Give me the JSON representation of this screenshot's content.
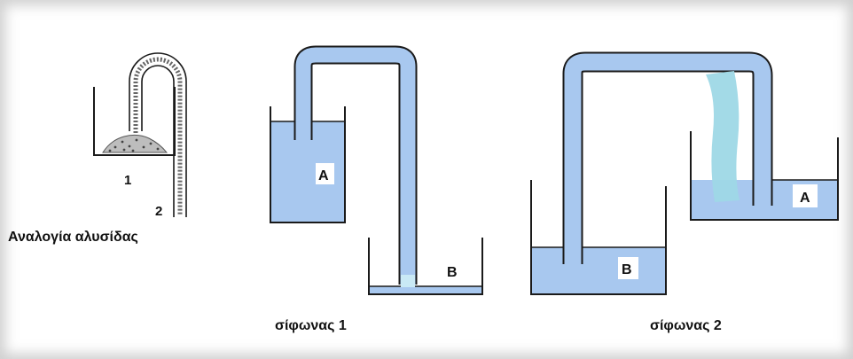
{
  "chain_analogy": {
    "label_1": "1",
    "label_2": "2",
    "caption": "Αναλογία αλυσίδας"
  },
  "siphon_1": {
    "vessel_a_label": "A",
    "vessel_b_label": "B",
    "caption": "σίφωνας 1"
  },
  "siphon_2": {
    "vessel_a_label": "A",
    "vessel_b_label": "B",
    "caption": "σίφωνας 2"
  },
  "colors": {
    "water": "#a8c8ef",
    "water_highlight": "#9ed8e6",
    "outline": "#1a1a1a"
  }
}
